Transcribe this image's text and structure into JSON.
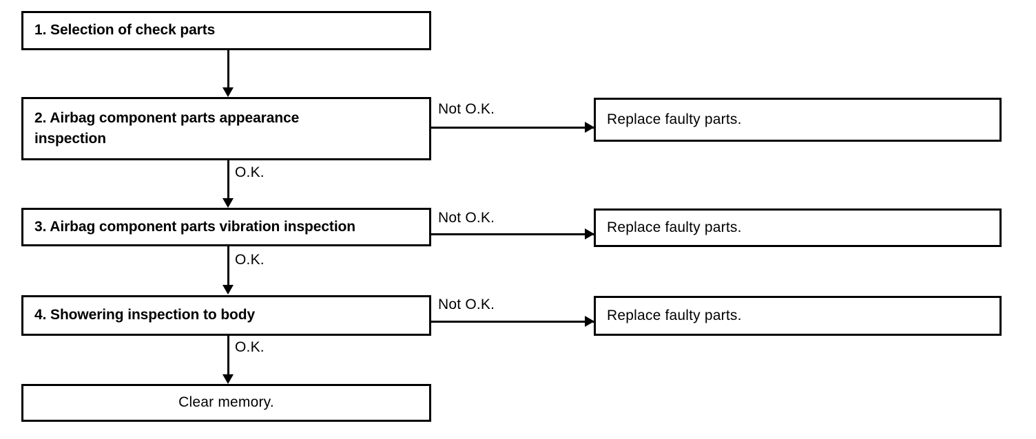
{
  "diagram": {
    "title": "Airbag inspection procedure flowchart",
    "colors": {
      "stroke": "#000000",
      "fill": "#ffffff",
      "text": "#000000"
    },
    "nodes": {
      "step1": "1. Selection of check parts",
      "step2_line1": "2. Airbag component parts appearance",
      "step2_line2": "inspection",
      "step3": "3. Airbag component parts vibration inspection",
      "step4": "4. Showering inspection to body",
      "clear_memory": "Clear memory.",
      "replace1": "Replace faulty parts.",
      "replace2": "Replace faulty parts.",
      "replace3": "Replace faulty parts."
    },
    "edge_labels": {
      "not_ok_1": "Not O.K.",
      "not_ok_2": "Not O.K.",
      "not_ok_3": "Not O.K.",
      "ok_1": "O.K.",
      "ok_2": "O.K.",
      "ok_3": "O.K."
    }
  }
}
